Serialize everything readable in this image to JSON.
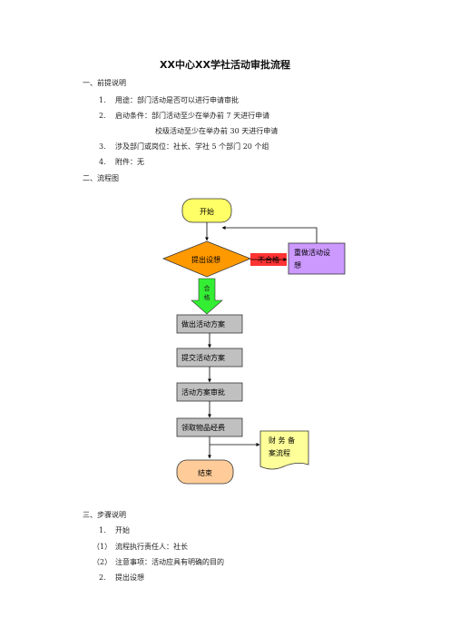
{
  "title": "XX中心XX学社活动审批流程",
  "section1": {
    "heading": "一、前提说明",
    "items": [
      {
        "num": "1.",
        "text": "用途：部门活动是否可以进行申请审批"
      },
      {
        "num": "2.",
        "text": "启动条件：部门活动至少在举办前 7 天进行申请"
      },
      {
        "num": "",
        "text": "校级活动至少在举办前 30 天进行申请"
      },
      {
        "num": "3.",
        "text": "涉及部门或岗位：社长、学社 5 个部门 20 个组"
      },
      {
        "num": "4.",
        "text": "附件：无"
      }
    ]
  },
  "section2": {
    "heading": "二、流程图"
  },
  "flowchart": {
    "start": "开始",
    "decision": "提出设想",
    "fail": "不合格",
    "redo_line1": "重做活动设",
    "redo_line2": "想",
    "pass_line1": "合",
    "pass_line2": "格",
    "step1": "做出活动方案",
    "step2": "提交活动方案",
    "step3": "活动方案审批",
    "step4": "领取物品经费",
    "doc_line1": "财 务 备",
    "doc_line2": "案流程",
    "end": "结束",
    "colors": {
      "start_fill": "#ffff66",
      "decision_fill": "#ff9900",
      "fail_fill": "#ff3333",
      "redo_fill": "#cc99ff",
      "pass_fill": "#33ee33",
      "step_fill": "#c0c0c0",
      "doc_fill": "#ffff99",
      "end_fill": "#ffcc99"
    }
  },
  "section3": {
    "heading": "三、步骤说明",
    "items": [
      {
        "num": "1.",
        "text": "开始"
      },
      {
        "num": "（1）",
        "text": "流程执行责任人：社长"
      },
      {
        "num": "（2）",
        "text": "注意事项：活动应具有明确的目的"
      },
      {
        "num": "2.",
        "text": "提出设想"
      }
    ]
  }
}
